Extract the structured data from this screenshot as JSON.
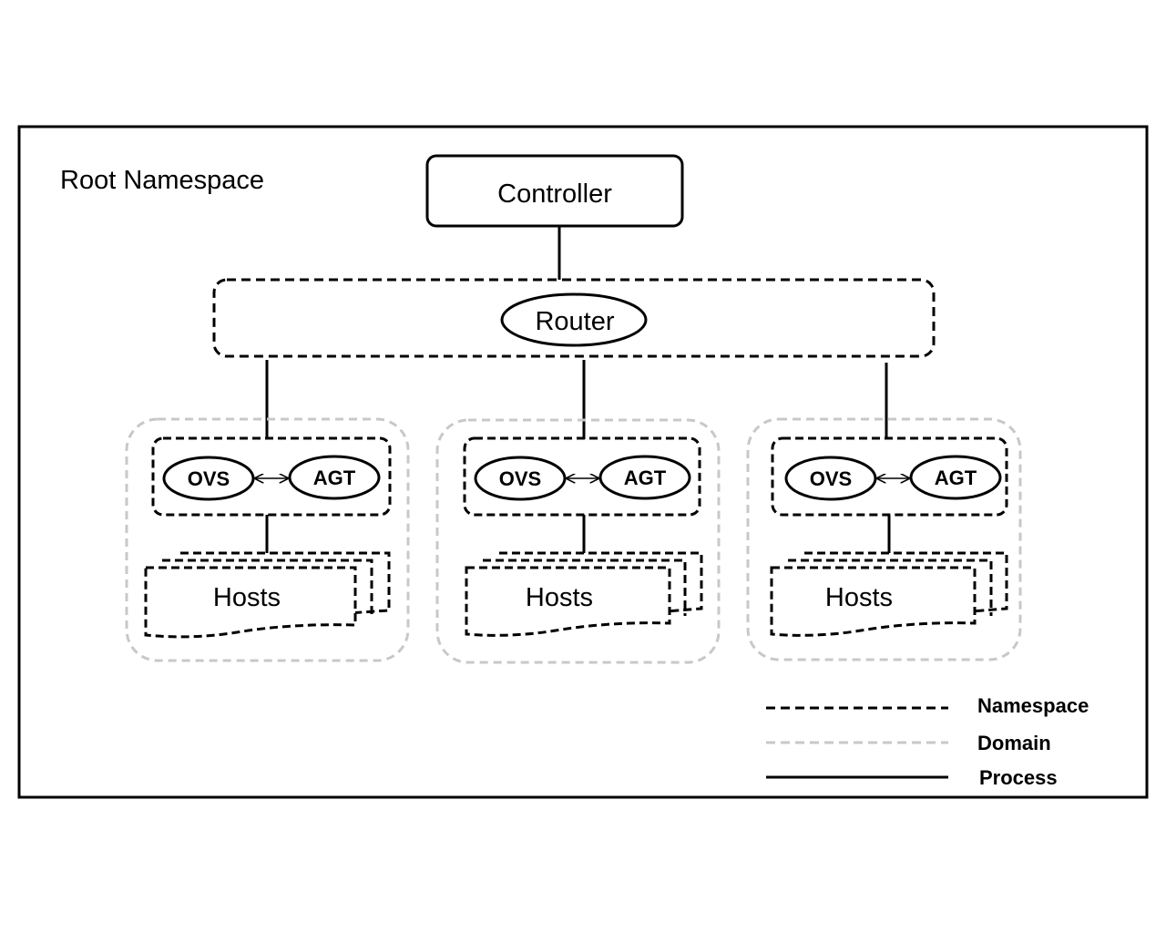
{
  "diagram": {
    "root_label": "Root Namespace",
    "controller_label": "Controller",
    "router_label": "Router",
    "domains": [
      {
        "ovs_label": "OVS",
        "agt_label": "AGT",
        "hosts_label": "Hosts"
      },
      {
        "ovs_label": "OVS",
        "agt_label": "AGT",
        "hosts_label": "Hosts"
      },
      {
        "ovs_label": "OVS",
        "agt_label": "AGT",
        "hosts_label": "Hosts"
      }
    ]
  },
  "legend": {
    "namespace_label": "Namespace",
    "domain_label": "Domain",
    "process_label": "Process",
    "namespace_color": "#000000",
    "domain_color": "#c8c8c8",
    "process_color": "#000000"
  }
}
